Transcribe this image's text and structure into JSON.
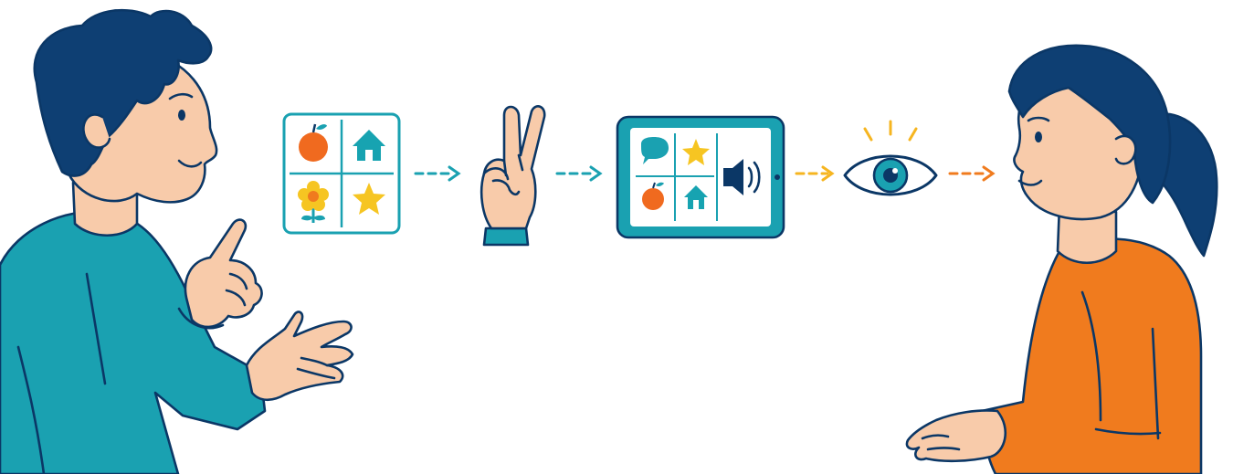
{
  "colors": {
    "outline": "#0b3766",
    "hair": "#0e3f73",
    "skin": "#f8cbaa",
    "teal": "#1aa1b1",
    "teal_dark": "#128898",
    "orange_shirt": "#f07b1e",
    "apple": "#f06a1f",
    "star": "#f6c522",
    "house": "#17a3b1",
    "leaf": "#1aa1b1",
    "screen_bg": "#ffffff",
    "tablet_frame": "#1aa1b1",
    "arrow_teal": "#1aa1b1",
    "arrow_yellow": "#f6b520",
    "arrow_orange": "#f07b1e"
  },
  "figures": {
    "left_person": {
      "role": "communicator",
      "icon": "man-gesturing-icon"
    },
    "right_person": {
      "role": "listener",
      "icon": "woman-listening-icon"
    }
  },
  "flow": [
    {
      "step": 1,
      "icon": "picture-symbol-board-icon",
      "symbols": [
        "apple-icon",
        "house-icon",
        "flower-icon",
        "star-icon"
      ]
    },
    {
      "step": 2,
      "icon": "hand-sign-icon"
    },
    {
      "step": 3,
      "icon": "speech-tablet-icon",
      "symbols": [
        "speech-bubble-icon",
        "star-icon",
        "apple-icon",
        "house-icon",
        "speaker-icon"
      ]
    },
    {
      "step": 4,
      "icon": "eye-icon"
    }
  ],
  "arrows": [
    {
      "from": 1,
      "to": 2,
      "color": "#1aa1b1"
    },
    {
      "from": 2,
      "to": 3,
      "color": "#1aa1b1"
    },
    {
      "from": 3,
      "to": 4,
      "color": "#f6b520"
    },
    {
      "from": 4,
      "to": "listener",
      "color": "#f07b1e"
    }
  ]
}
